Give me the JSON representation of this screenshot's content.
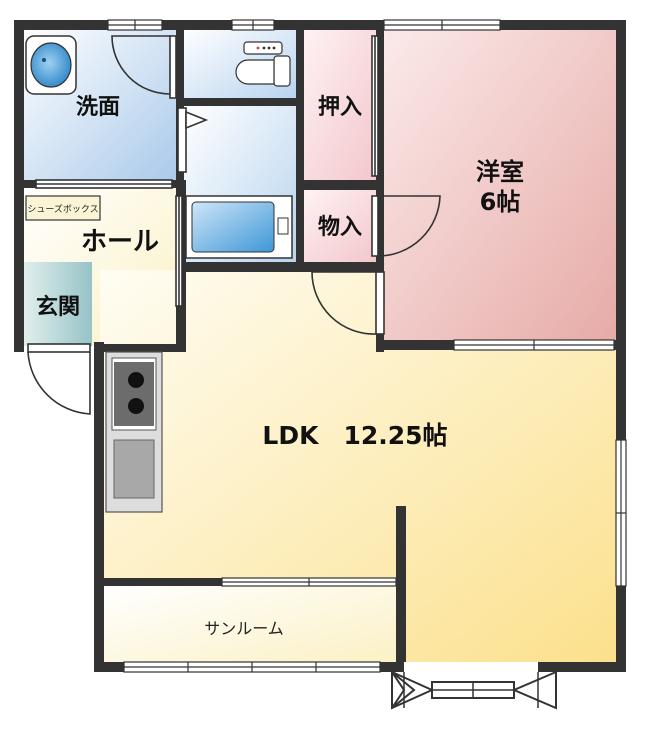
{
  "rooms": {
    "washroom": "洗面",
    "closet_oshiire": "押入",
    "storage": "物入",
    "western_room": "洋室",
    "western_room_size": "6帖",
    "shoe_box": "シューズボックス",
    "hall": "ホール",
    "entrance": "玄関",
    "ldk": "LDK　12.25帖",
    "sunroom": "サンルーム"
  },
  "colors": {
    "wall": "#333333",
    "washroom_blue": "#a9c9ea",
    "closet_pink": "#f3cfd4",
    "western_pink": "#e9b3b0",
    "ldk_yellow": "#fbe49a",
    "hall_cream": "#fdf8d8",
    "entrance_teal": "#9cc7c9",
    "tub_blue": "#3d97d7"
  }
}
